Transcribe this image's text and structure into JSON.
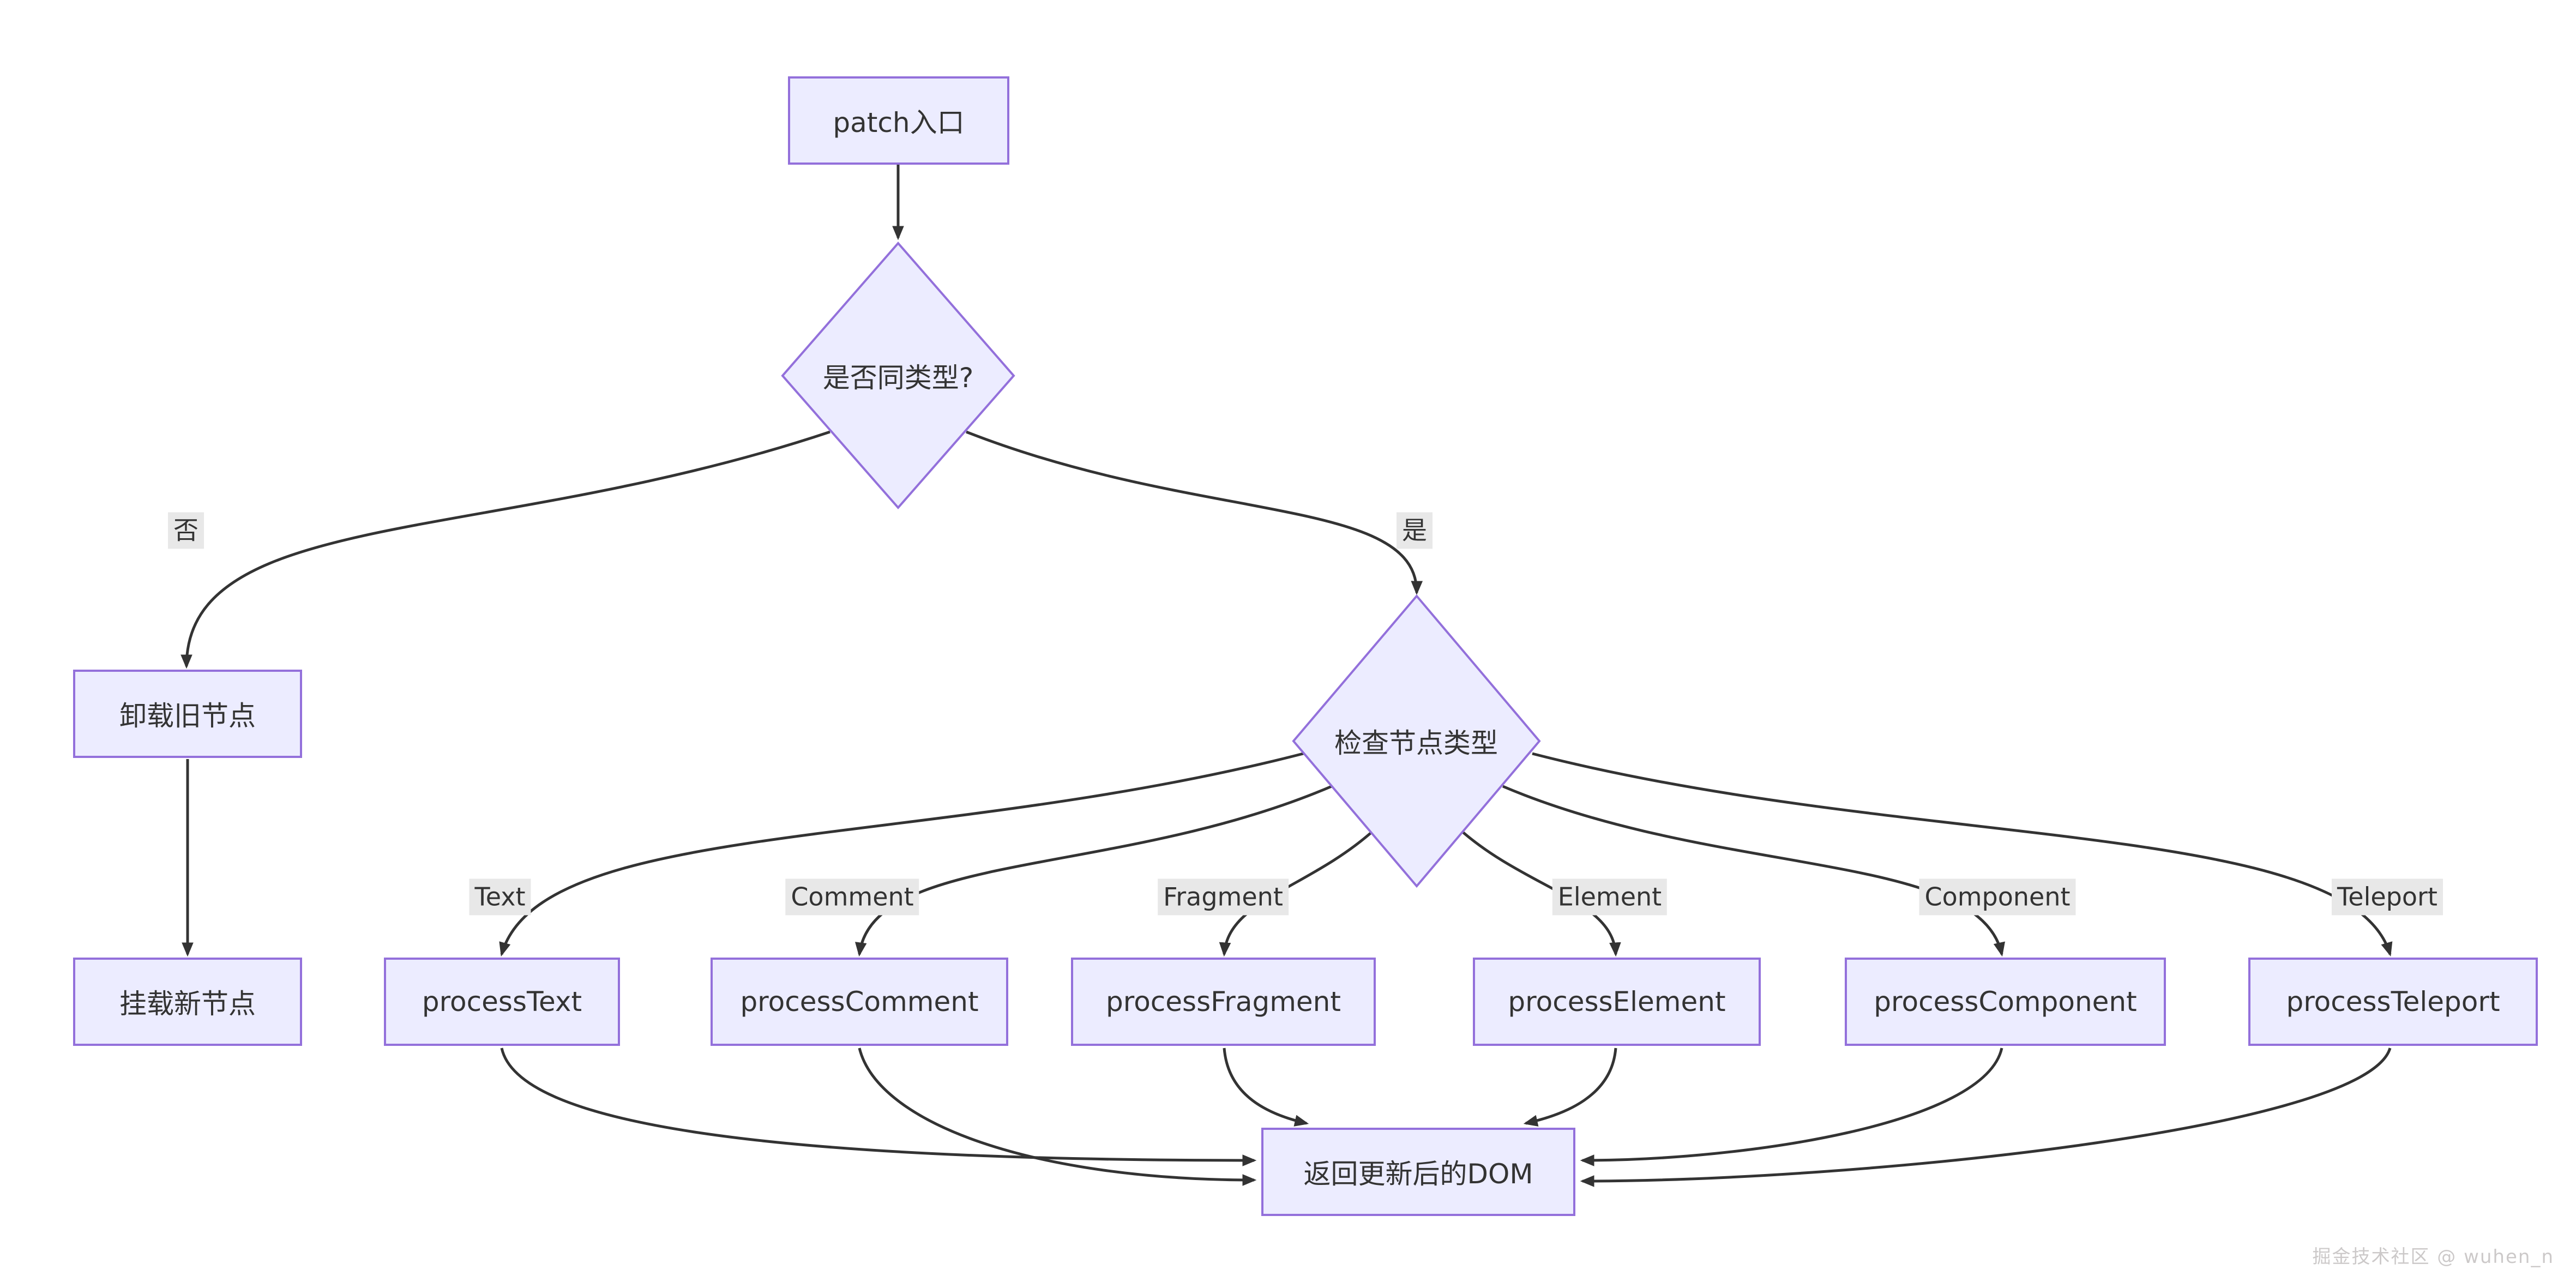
{
  "diagram": {
    "type": "flowchart",
    "background": "#ffffff",
    "colors": {
      "node_fill": "#ECECFF",
      "node_border": "#9370DB",
      "edge_stroke": "#333333",
      "edge_label_bg": "#e8e8e8",
      "text": "#333333",
      "watermark_text": "#ccc9c9"
    },
    "nodes": {
      "patch_entry": {
        "label": "patch入口",
        "shape": "rect"
      },
      "same_type_q": {
        "label": "是否同类型?",
        "shape": "diamond"
      },
      "unmount_old": {
        "label": "卸载旧节点",
        "shape": "rect"
      },
      "mount_new": {
        "label": "挂载新节点",
        "shape": "rect"
      },
      "check_node_type": {
        "label": "检查节点类型",
        "shape": "diamond"
      },
      "process_text": {
        "label": "processText",
        "shape": "rect"
      },
      "process_comment": {
        "label": "processComment",
        "shape": "rect"
      },
      "process_fragment": {
        "label": "processFragment",
        "shape": "rect"
      },
      "process_element": {
        "label": "processElement",
        "shape": "rect"
      },
      "process_component": {
        "label": "processComponent",
        "shape": "rect"
      },
      "process_teleport": {
        "label": "processTeleport",
        "shape": "rect"
      },
      "return_dom": {
        "label": "返回更新后的DOM",
        "shape": "rect"
      }
    },
    "edge_labels": {
      "no": "否",
      "yes": "是",
      "text": "Text",
      "comment": "Comment",
      "fragment": "Fragment",
      "element": "Element",
      "component": "Component",
      "teleport": "Teleport"
    },
    "edges": [
      {
        "from": "patch_entry",
        "to": "same_type_q",
        "label": ""
      },
      {
        "from": "same_type_q",
        "to": "unmount_old",
        "label": "否"
      },
      {
        "from": "same_type_q",
        "to": "check_node_type",
        "label": "是"
      },
      {
        "from": "unmount_old",
        "to": "mount_new",
        "label": ""
      },
      {
        "from": "check_node_type",
        "to": "process_text",
        "label": "Text"
      },
      {
        "from": "check_node_type",
        "to": "process_comment",
        "label": "Comment"
      },
      {
        "from": "check_node_type",
        "to": "process_fragment",
        "label": "Fragment"
      },
      {
        "from": "check_node_type",
        "to": "process_element",
        "label": "Element"
      },
      {
        "from": "check_node_type",
        "to": "process_component",
        "label": "Component"
      },
      {
        "from": "check_node_type",
        "to": "process_teleport",
        "label": "Teleport"
      },
      {
        "from": "process_text",
        "to": "return_dom",
        "label": ""
      },
      {
        "from": "process_comment",
        "to": "return_dom",
        "label": ""
      },
      {
        "from": "process_fragment",
        "to": "return_dom",
        "label": ""
      },
      {
        "from": "process_element",
        "to": "return_dom",
        "label": ""
      },
      {
        "from": "process_component",
        "to": "return_dom",
        "label": ""
      },
      {
        "from": "process_teleport",
        "to": "return_dom",
        "label": ""
      }
    ],
    "watermark": "掘金技术社区 @ wuhen_n"
  }
}
